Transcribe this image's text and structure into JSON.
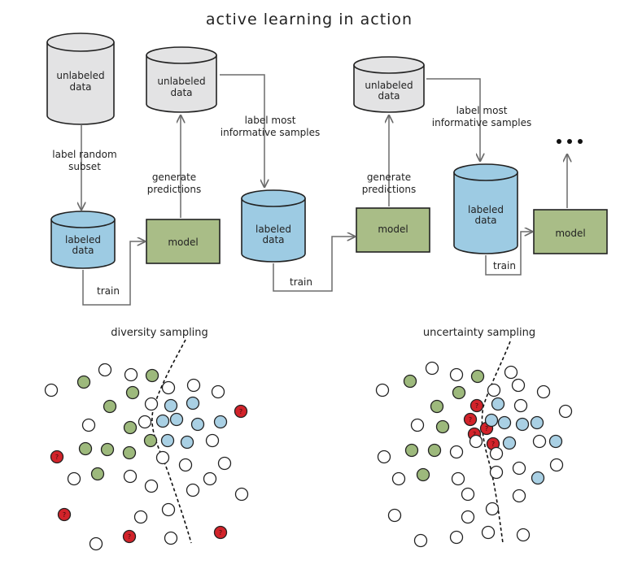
{
  "title": "active learning in action",
  "pipeline": {
    "db_unlabeled": [
      "unlabeled",
      "data"
    ],
    "db_labeled": [
      "labeled",
      "data"
    ],
    "model": "model",
    "label_random": [
      "label random",
      "subset"
    ],
    "generate_predictions": [
      "generate",
      "predictions"
    ],
    "label_most": [
      "label most",
      "informative samples"
    ],
    "train": "train",
    "ellipsis": "..."
  },
  "sampling": {
    "diversity": "diversity sampling",
    "uncertainty": "uncertainty sampling",
    "marker": "?"
  },
  "colors": {
    "unlabeled_fill": "#e3e3e4",
    "labeled_fill": "#9dcbe3",
    "model_fill": "#a9bd87",
    "class_a": "#9db97c",
    "class_b": "#a9d0e4",
    "queried": "#d2232a",
    "ink": "#222222",
    "flow": "#6b6b6b"
  }
}
